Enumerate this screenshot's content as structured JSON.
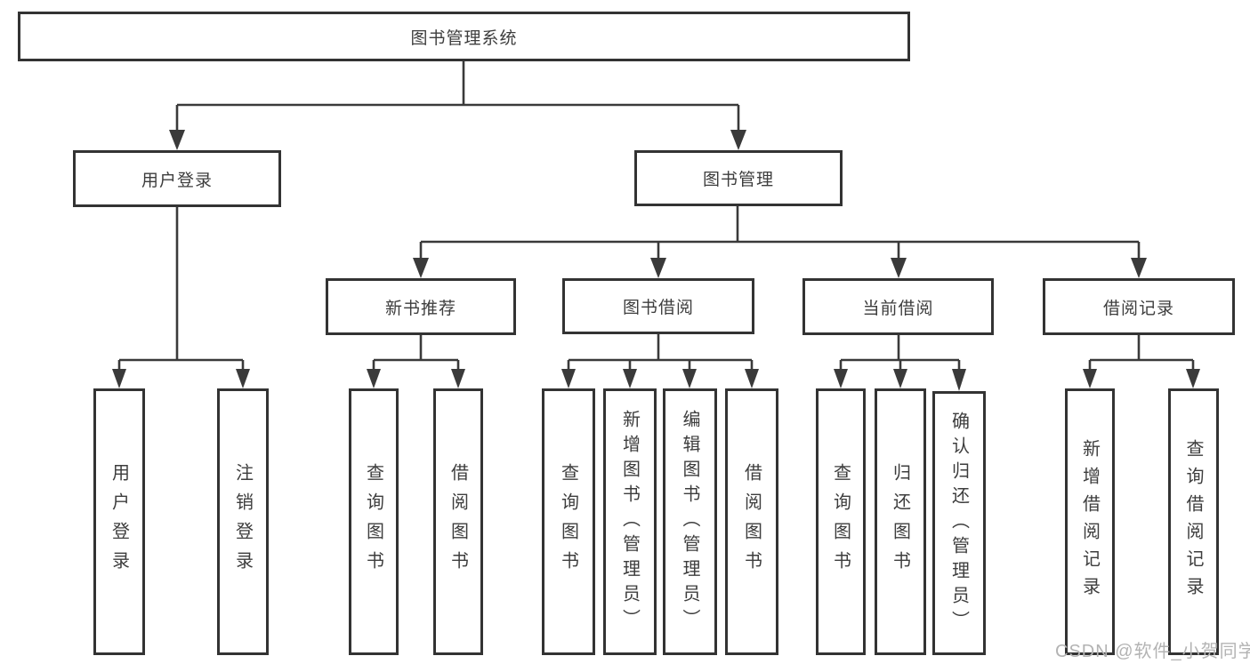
{
  "diagram_type": "hierarchy-tree",
  "tree": {
    "label": "图书管理系统",
    "children": [
      {
        "label": "用户登录",
        "children": [
          {
            "label": "用户登录"
          },
          {
            "label": "注销登录"
          }
        ]
      },
      {
        "label": "图书管理",
        "children": [
          {
            "label": "新书推荐",
            "children": [
              {
                "label": "查询图书"
              },
              {
                "label": "借阅图书"
              }
            ]
          },
          {
            "label": "图书借阅",
            "children": [
              {
                "label": "查询图书"
              },
              {
                "label": "新增图书（管理员）"
              },
              {
                "label": "编辑图书（管理员）"
              },
              {
                "label": "借阅图书"
              }
            ]
          },
          {
            "label": "当前借阅",
            "children": [
              {
                "label": "查询图书"
              },
              {
                "label": "归还图书"
              },
              {
                "label": "确认归还（管理员）"
              }
            ]
          },
          {
            "label": "借阅记录",
            "children": [
              {
                "label": "新增借阅记录"
              },
              {
                "label": "查询借阅记录"
              }
            ]
          }
        ]
      }
    ]
  },
  "watermark": "CSDN @软件_小贺同学",
  "colors": {
    "line": "#3a3a3a",
    "box_border": "#333333",
    "text": "#3d3d3d",
    "watermark": "#b3b3b3",
    "background": "#ffffff"
  }
}
